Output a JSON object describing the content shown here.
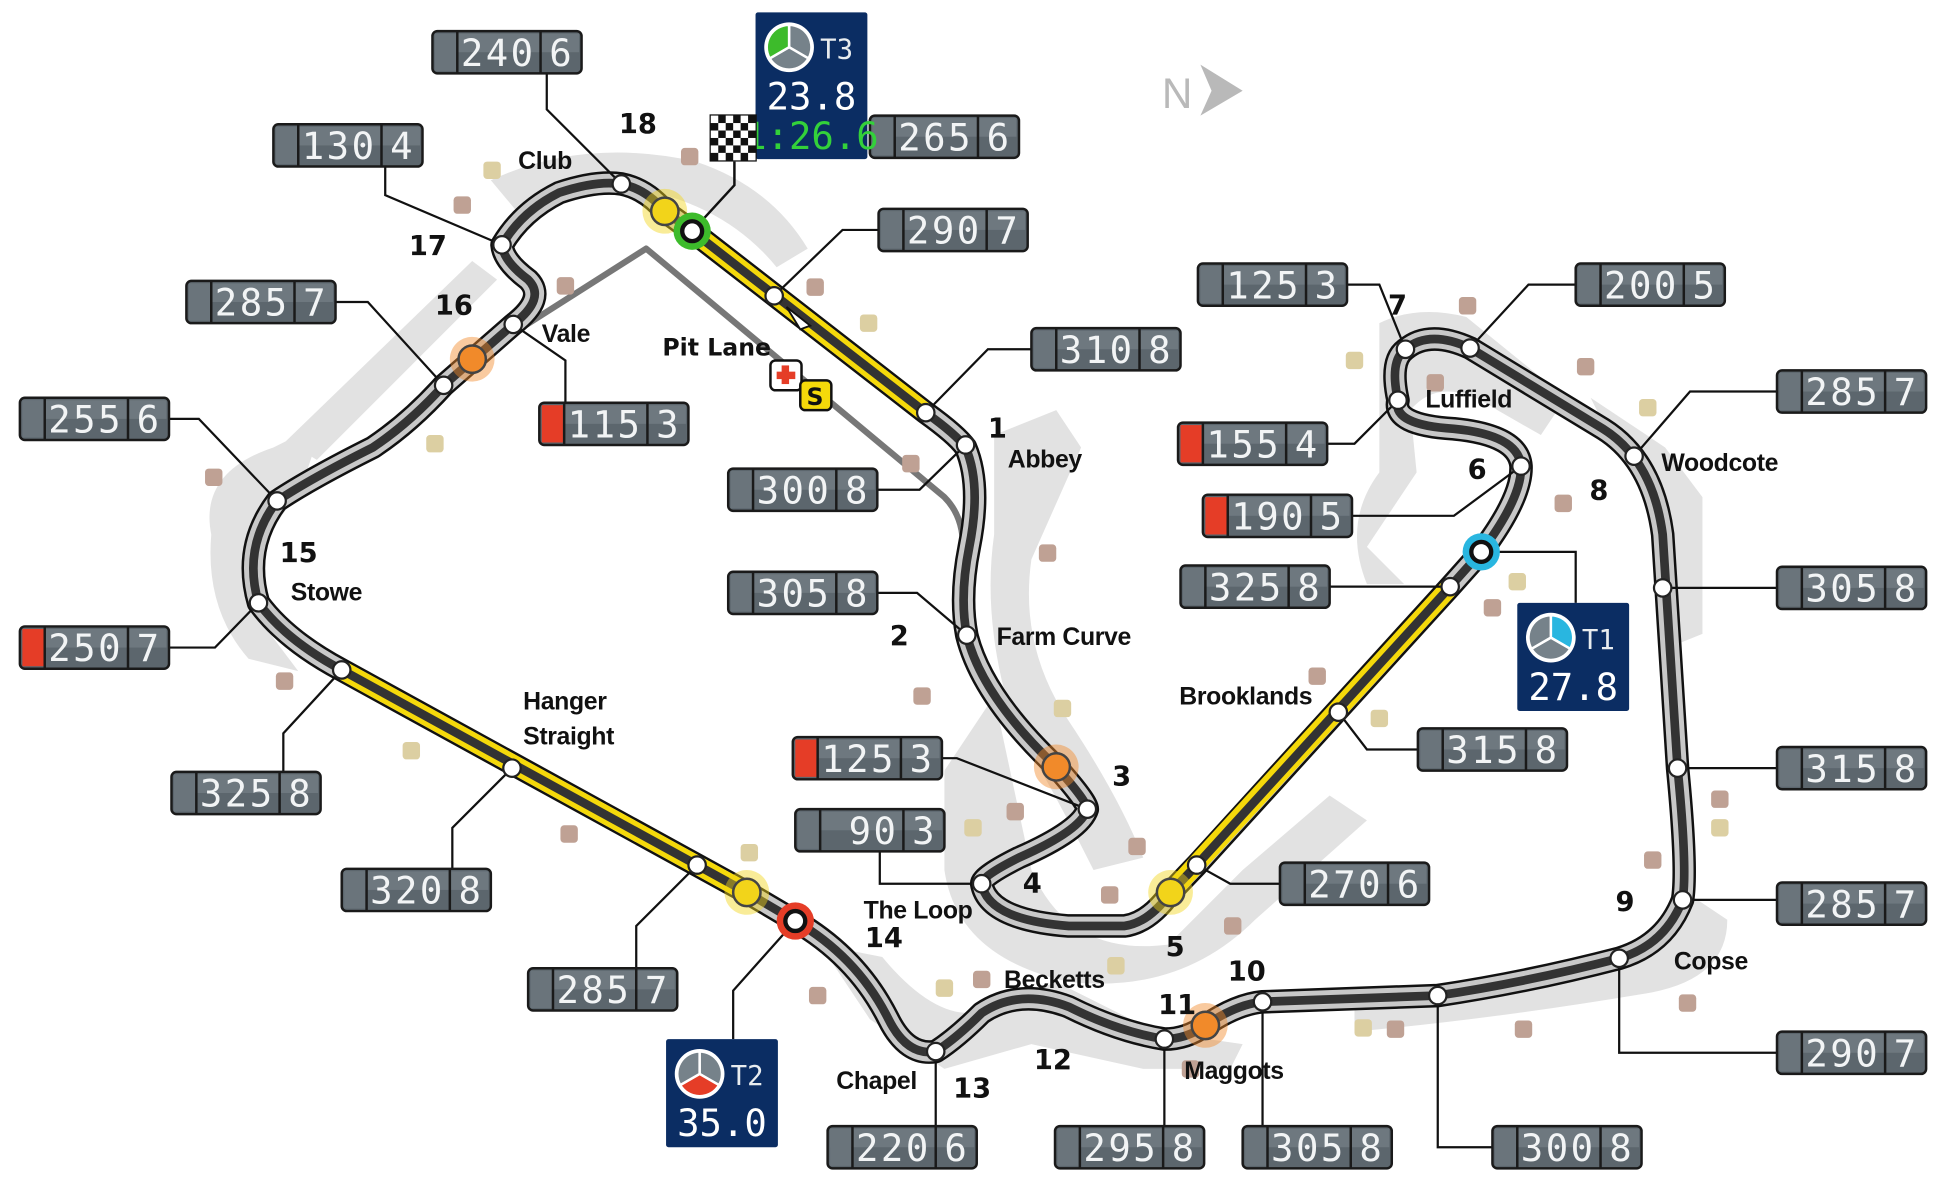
{
  "title": "Silverstone Circuit speed and gear map",
  "compass": {
    "label": "N",
    "icon": "north-arrow-icon"
  },
  "pit_lane": {
    "label": "Pit Lane",
    "medical_icon": "medical-cross-icon",
    "safety_car_label": "S"
  },
  "colors": {
    "track": "#333333",
    "track_edge": "#bfbfbf",
    "drs_zone": "#f5d90a",
    "runoff": "#e0e0e0",
    "box_bg": "#5c666d",
    "sector_bg": "#0b2d63",
    "braking_marker": "#e53d27",
    "sector1": "#29b6e0",
    "sector2": "#e53d27",
    "sector3": "#3dbb2b",
    "apex_orange": "#f18a2a",
    "apex_yellow": "#f2d41a",
    "marker_brown": "#bfa194",
    "marker_tan": "#dccfa2"
  },
  "corners": [
    {
      "id": "c1",
      "number": "1",
      "name": "Abbey"
    },
    {
      "id": "c2",
      "number": "2",
      "name": "Farm Curve"
    },
    {
      "id": "c3",
      "number": "3",
      "name": ""
    },
    {
      "id": "c4",
      "number": "4",
      "name": ""
    },
    {
      "id": "c5",
      "number": "5",
      "name": ""
    },
    {
      "id": "c6",
      "number": "6",
      "name": ""
    },
    {
      "id": "c7",
      "number": "7",
      "name": "Luffield"
    },
    {
      "id": "c8",
      "number": "8",
      "name": "Woodcote"
    },
    {
      "id": "c9",
      "number": "9",
      "name": "Copse"
    },
    {
      "id": "c10",
      "number": "10",
      "name": "Maggots"
    },
    {
      "id": "c11",
      "number": "11",
      "name": ""
    },
    {
      "id": "c12",
      "number": "12",
      "name": "Becketts"
    },
    {
      "id": "c13",
      "number": "13",
      "name": "Chapel"
    },
    {
      "id": "c14",
      "number": "14",
      "name": "The Loop"
    },
    {
      "id": "c15",
      "number": "15",
      "name": "Stowe"
    },
    {
      "id": "c16",
      "number": "16",
      "name": ""
    },
    {
      "id": "c17",
      "number": "17",
      "name": "Vale"
    },
    {
      "id": "c18",
      "number": "18",
      "name": "Club"
    },
    {
      "id": "brooklands",
      "number": "",
      "name": "Brooklands"
    },
    {
      "id": "hanger",
      "number": "",
      "name": "Hanger Straight"
    }
  ],
  "speed_boxes": [
    {
      "id": "b240",
      "speed": "240",
      "gear": "6",
      "braking": false
    },
    {
      "id": "b130",
      "speed": "130",
      "gear": "4",
      "braking": false
    },
    {
      "id": "b265",
      "speed": "265",
      "gear": "6",
      "braking": false
    },
    {
      "id": "b290a",
      "speed": "290",
      "gear": "7",
      "braking": false
    },
    {
      "id": "b310",
      "speed": "310",
      "gear": "8",
      "braking": false
    },
    {
      "id": "b285a",
      "speed": "285",
      "gear": "7",
      "braking": false
    },
    {
      "id": "b115",
      "speed": "115",
      "gear": "3",
      "braking": true
    },
    {
      "id": "b255",
      "speed": "255",
      "gear": "6",
      "braking": false
    },
    {
      "id": "b300a",
      "speed": "300",
      "gear": "8",
      "braking": false
    },
    {
      "id": "b305a",
      "speed": "305",
      "gear": "8",
      "braking": false
    },
    {
      "id": "b250",
      "speed": "250",
      "gear": "7",
      "braking": true
    },
    {
      "id": "b325a",
      "speed": "325",
      "gear": "8",
      "braking": false
    },
    {
      "id": "b125a",
      "speed": "125",
      "gear": "3",
      "braking": true
    },
    {
      "id": "b90",
      "speed": "90",
      "gear": "3",
      "braking": false
    },
    {
      "id": "b320",
      "speed": "320",
      "gear": "8",
      "braking": false
    },
    {
      "id": "b285b",
      "speed": "285",
      "gear": "7",
      "braking": false
    },
    {
      "id": "b220",
      "speed": "220",
      "gear": "6",
      "braking": false
    },
    {
      "id": "b295",
      "speed": "295",
      "gear": "8",
      "braking": false
    },
    {
      "id": "b305b",
      "speed": "305",
      "gear": "8",
      "braking": false
    },
    {
      "id": "b300b",
      "speed": "300",
      "gear": "8",
      "braking": false
    },
    {
      "id": "b270",
      "speed": "270",
      "gear": "6",
      "braking": false
    },
    {
      "id": "b315a",
      "speed": "315",
      "gear": "8",
      "braking": false
    },
    {
      "id": "b325b",
      "speed": "325",
      "gear": "8",
      "braking": false
    },
    {
      "id": "b190",
      "speed": "190",
      "gear": "5",
      "braking": true
    },
    {
      "id": "b155",
      "speed": "155",
      "gear": "4",
      "braking": true
    },
    {
      "id": "b125b",
      "speed": "125",
      "gear": "3",
      "braking": false
    },
    {
      "id": "b200",
      "speed": "200",
      "gear": "5",
      "braking": false
    },
    {
      "id": "b285c",
      "speed": "285",
      "gear": "7",
      "braking": false
    },
    {
      "id": "b305c",
      "speed": "305",
      "gear": "8",
      "braking": false
    },
    {
      "id": "b315b",
      "speed": "315",
      "gear": "8",
      "braking": false
    },
    {
      "id": "b285d",
      "speed": "285",
      "gear": "7",
      "braking": false
    },
    {
      "id": "b290b",
      "speed": "290",
      "gear": "7",
      "braking": false
    }
  ],
  "sectors": [
    {
      "id": "s1",
      "label": "T1",
      "time": "27.8",
      "lap_time": "",
      "active_segment": "sector1"
    },
    {
      "id": "s2",
      "label": "T2",
      "time": "35.0",
      "lap_time": "",
      "active_segment": "sector2"
    },
    {
      "id": "s3",
      "label": "T3",
      "time": "23.8",
      "lap_time": "1:26.6",
      "active_segment": "sector3"
    }
  ]
}
